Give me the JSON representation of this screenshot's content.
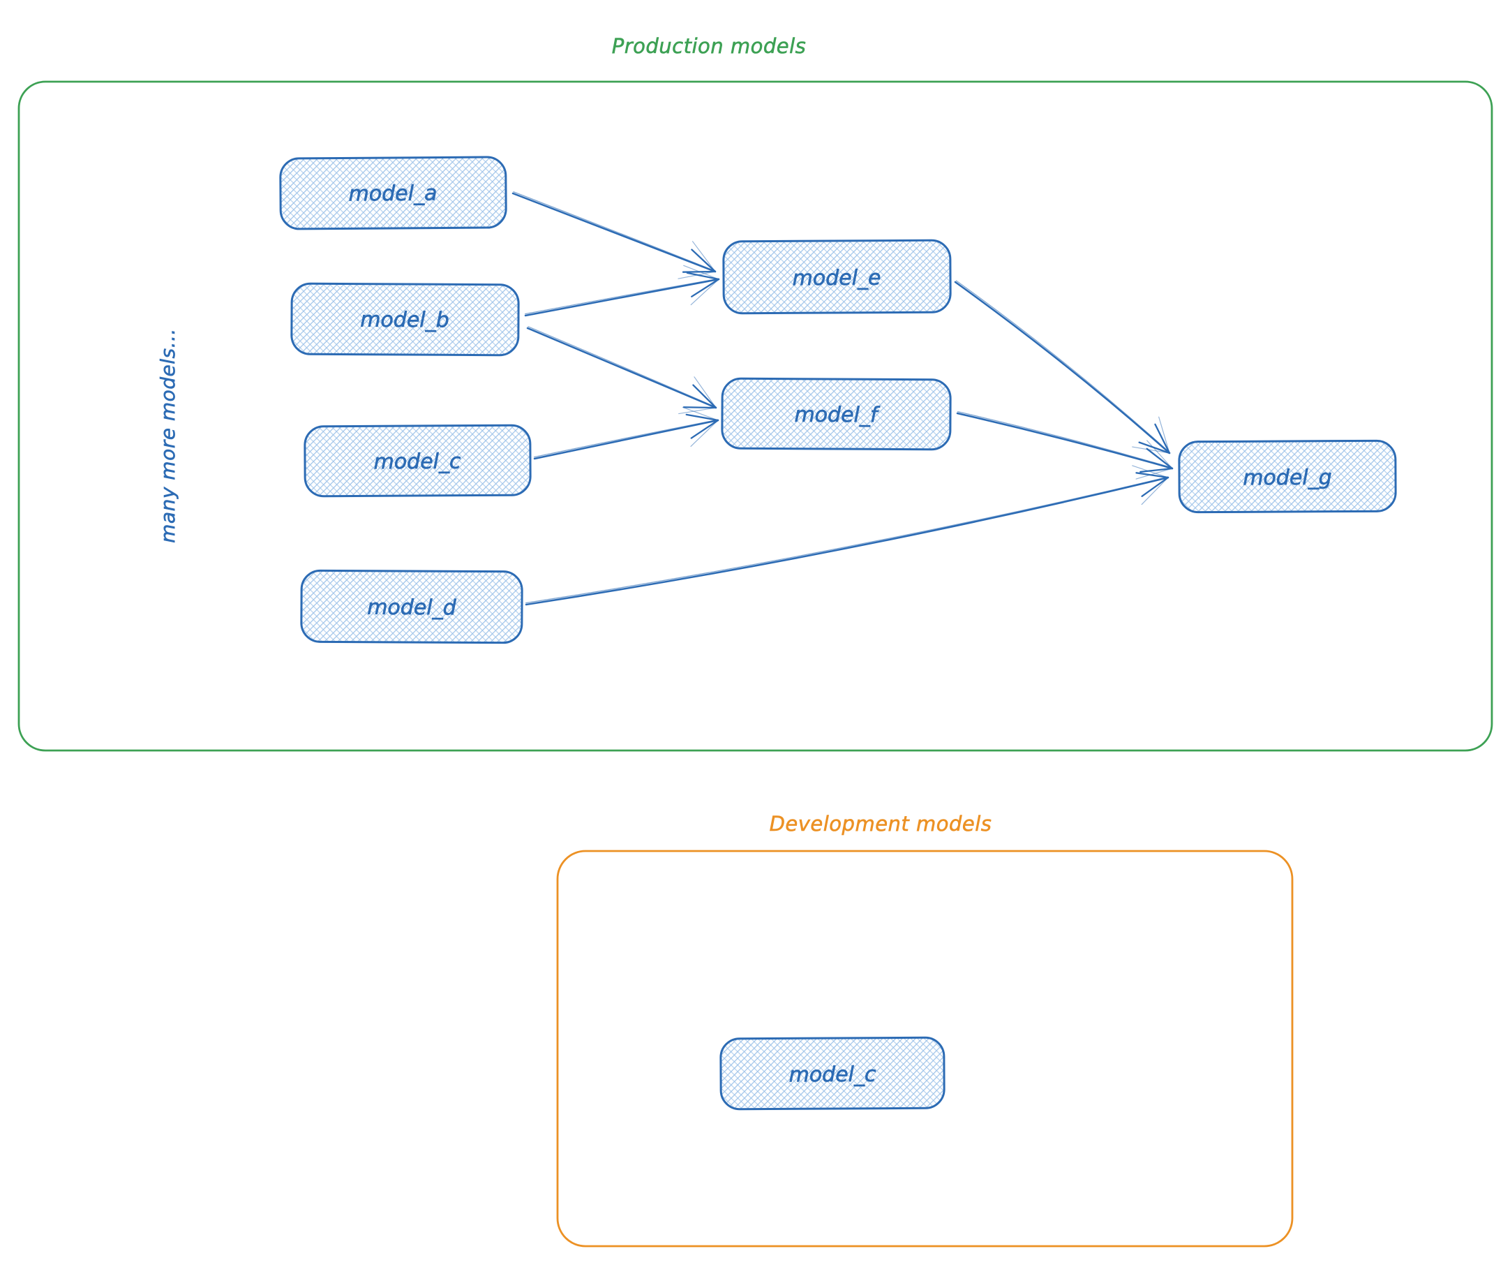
{
  "production": {
    "title": "Production models",
    "side_label": "many more models...",
    "nodes": {
      "model_a": "model_a",
      "model_b": "model_b",
      "model_c": "model_c",
      "model_d": "model_d",
      "model_e": "model_e",
      "model_f": "model_f",
      "model_g": "model_g"
    }
  },
  "development": {
    "title": "Development models",
    "nodes": {
      "model_c": "model_c"
    }
  },
  "edges": [
    {
      "from": "model_a",
      "to": "model_e"
    },
    {
      "from": "model_b",
      "to": "model_e"
    },
    {
      "from": "model_b",
      "to": "model_f"
    },
    {
      "from": "model_c",
      "to": "model_f"
    },
    {
      "from": "model_e",
      "to": "model_g"
    },
    {
      "from": "model_f",
      "to": "model_g"
    },
    {
      "from": "model_d",
      "to": "model_g"
    }
  ],
  "colors": {
    "green": "#3da154",
    "orange": "#ec9124",
    "blue": "#2c6bb4",
    "hatch": "#9cc2e9"
  }
}
